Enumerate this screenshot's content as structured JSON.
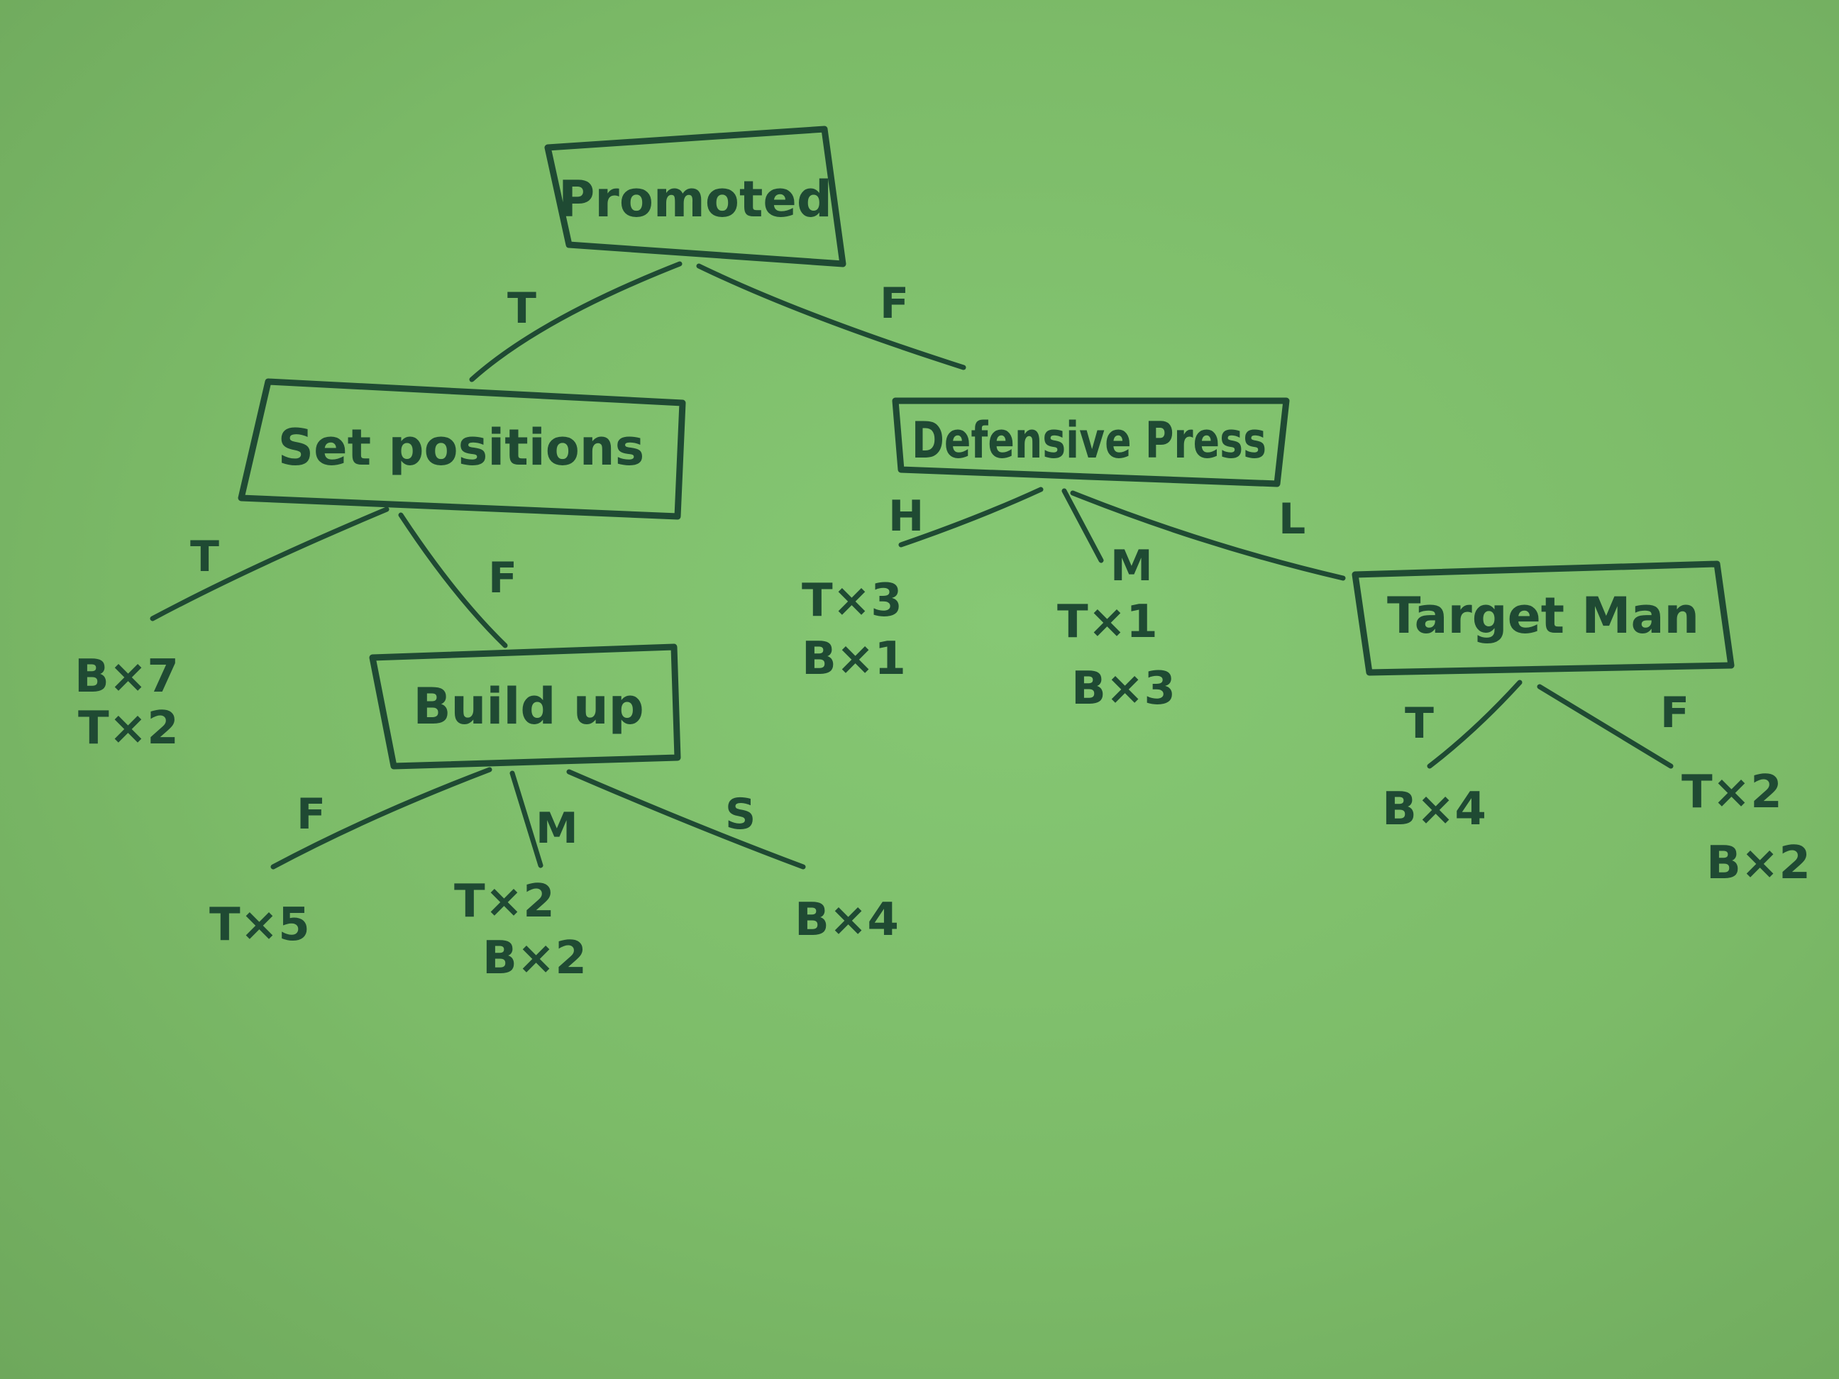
{
  "nodes": {
    "root": "Promoted",
    "set_positions": "Set positions",
    "build_up": "Build up",
    "defensive_press": "Defensive Press",
    "target_man": "Target Man"
  },
  "edges": {
    "root_true": "T",
    "root_false": "F",
    "setpos_true": "T",
    "setpos_false": "F",
    "buildup_f": "F",
    "buildup_m": "M",
    "buildup_s": "S",
    "press_h": "H",
    "press_m": "M",
    "press_l": "L",
    "target_true": "T",
    "target_false": "F"
  },
  "leaves": {
    "setpos_true": [
      "B×7",
      "T×2"
    ],
    "buildup_f": [
      "T×5"
    ],
    "buildup_m": [
      "T×2",
      "B×2"
    ],
    "buildup_s": [
      "B×4"
    ],
    "press_h": [
      "T×3",
      "B×1"
    ],
    "press_m": [
      "T×1",
      "B×3"
    ],
    "target_true": [
      "B×4"
    ],
    "target_false": [
      "T×2",
      "B×2"
    ]
  }
}
